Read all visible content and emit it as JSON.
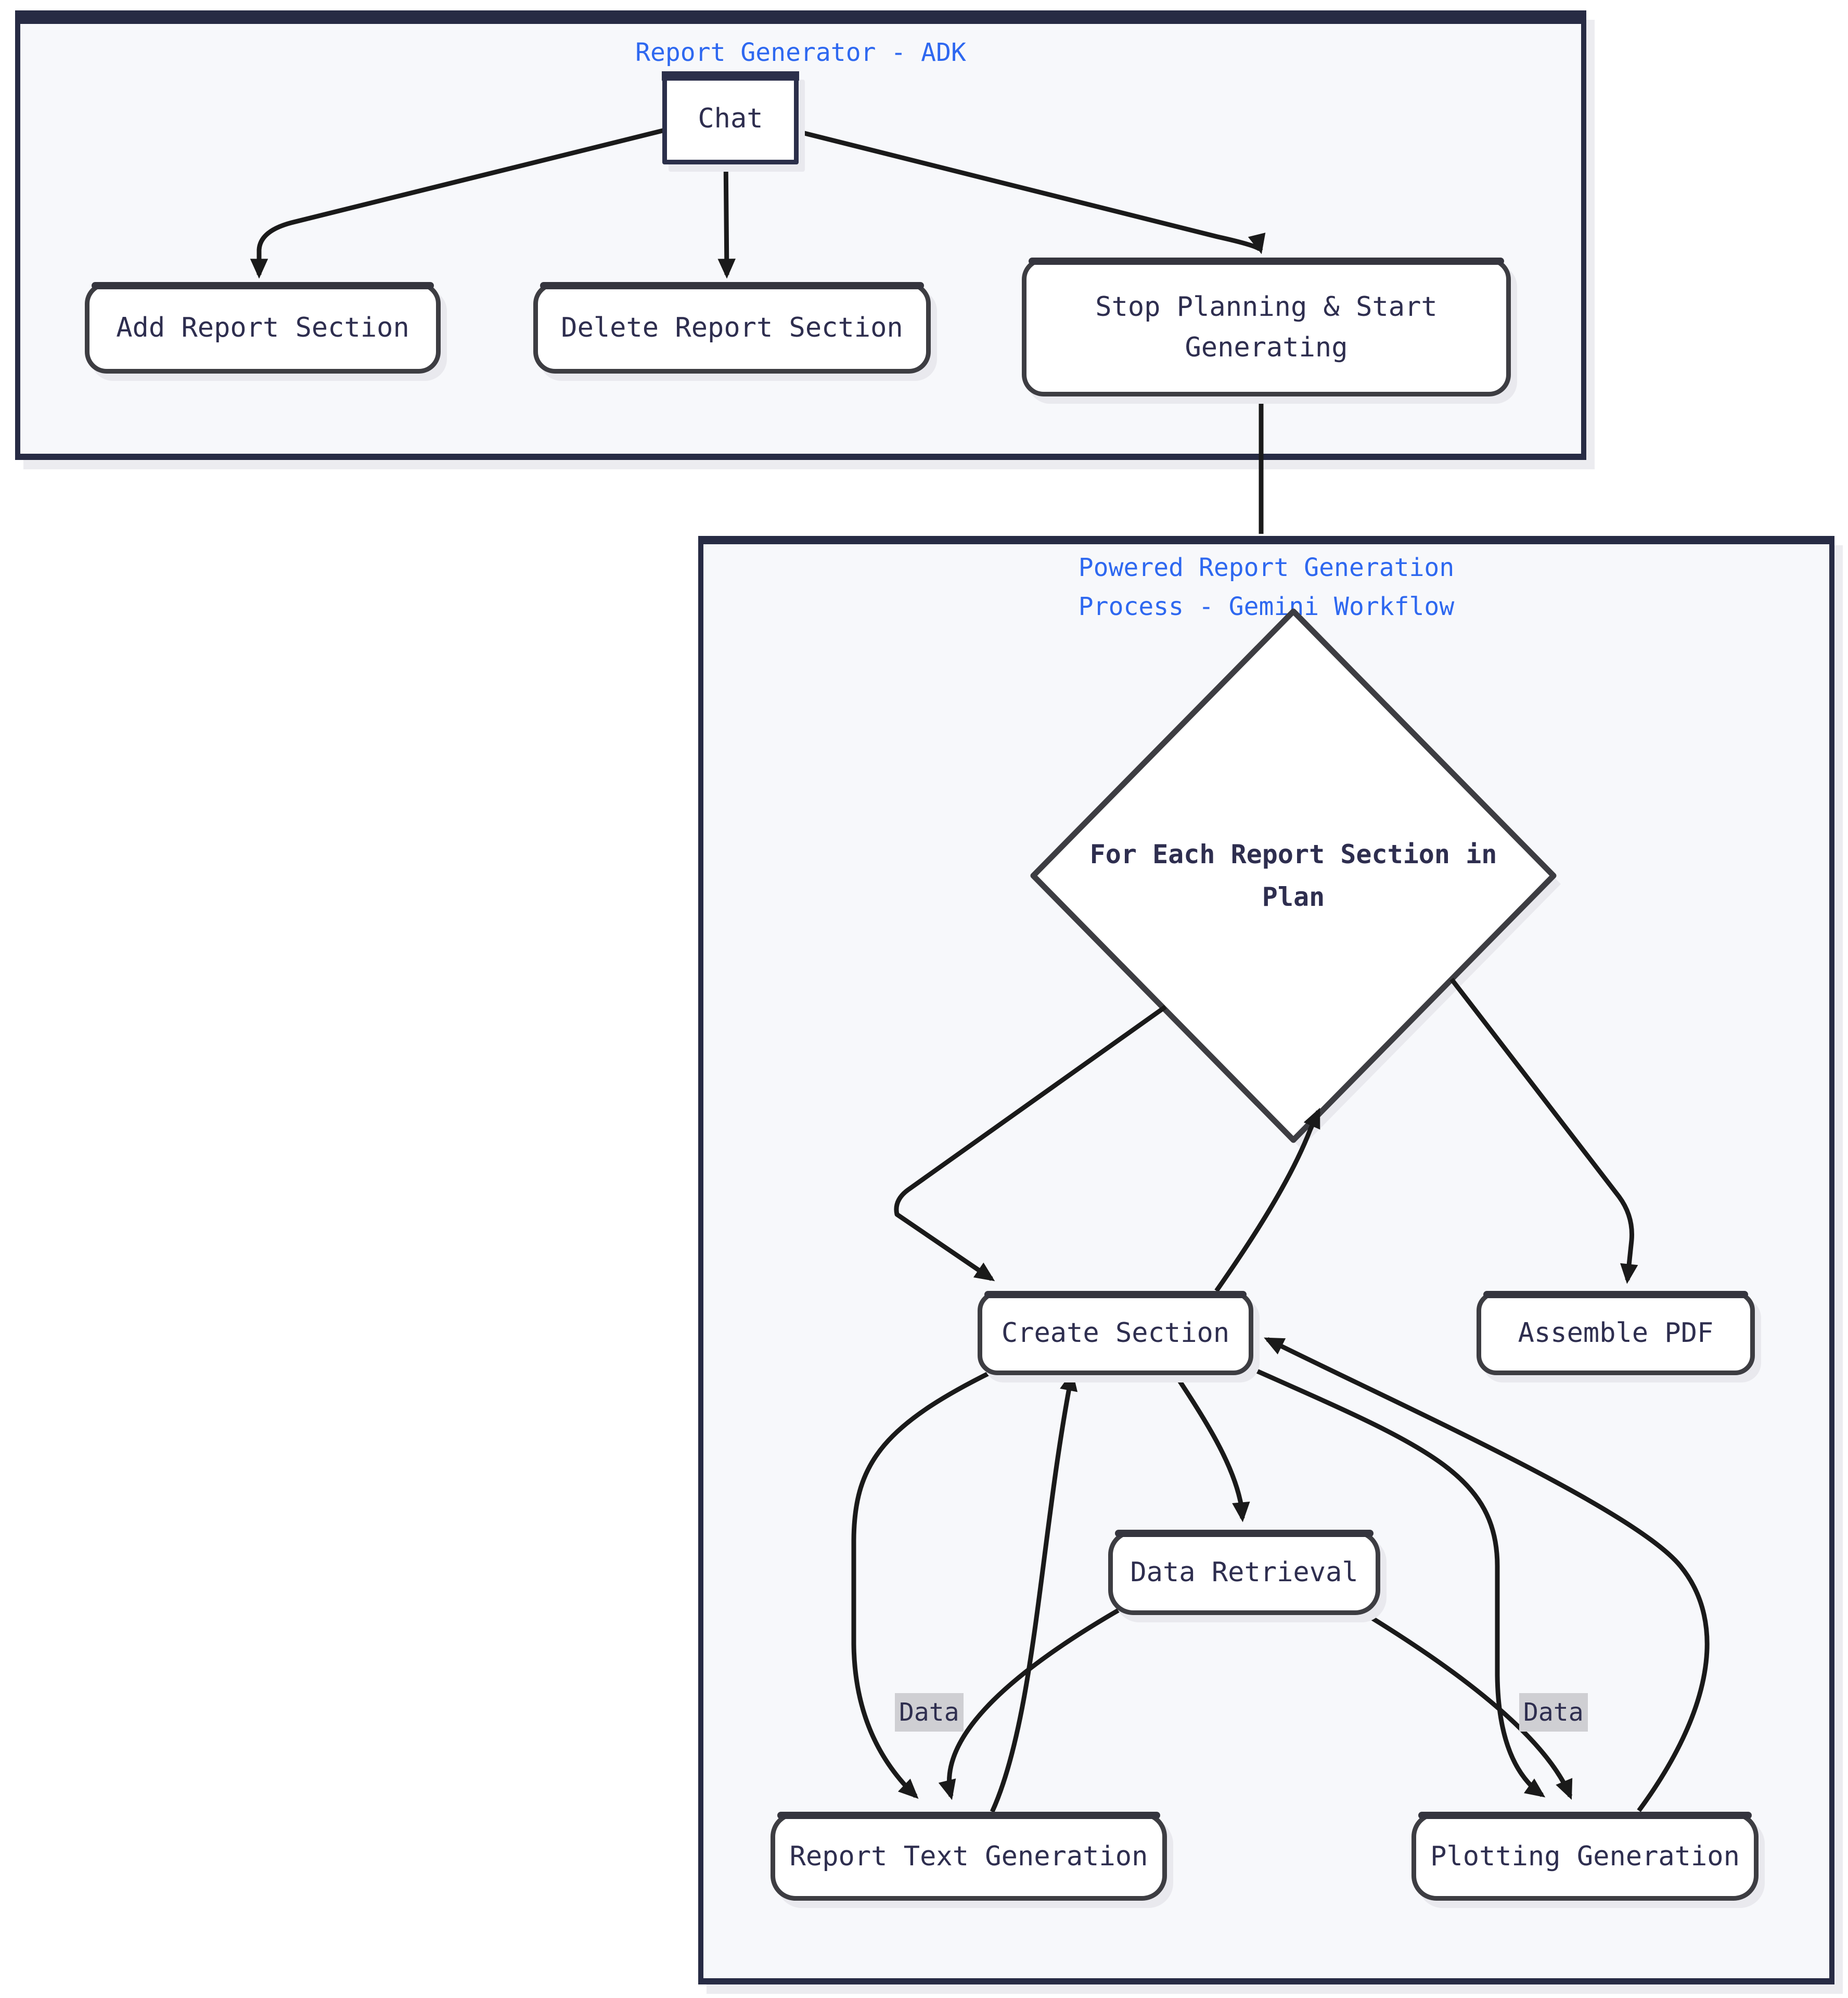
{
  "diagram": {
    "clusters": {
      "adk": {
        "title": "Report Generator - ADK"
      },
      "gemini": {
        "title_line1": "Powered Report Generation",
        "title_line2": "Process - Gemini Workflow"
      }
    },
    "nodes": {
      "chat": {
        "label": "Chat"
      },
      "add": {
        "label": "Add Report Section"
      },
      "delete": {
        "label": "Delete Report Section"
      },
      "stop": {
        "label": "Stop Planning & Start Generating"
      },
      "foreach": {
        "label": "For Each Report Section in Plan"
      },
      "create": {
        "label": "Create Section"
      },
      "assemble": {
        "label": "Assemble PDF"
      },
      "retrieval": {
        "label": "Data Retrieval"
      },
      "textgen": {
        "label": "Report Text Generation"
      },
      "plotgen": {
        "label": "Plotting Generation"
      }
    },
    "edge_labels": {
      "left": "Data",
      "right": "Data"
    },
    "colors": {
      "title_blue": "#2e68f0",
      "node_border": "#3d3d42",
      "chat_border": "#2b2f4a",
      "cluster_border": "#272b44",
      "cluster_fill": "#f7f8fb",
      "node_fill": "#ffffff",
      "text": "#2e2e4f",
      "edge": "#1a1a1a",
      "edge_label_bg": "#cfcfd3",
      "background": "#ffffff"
    }
  }
}
